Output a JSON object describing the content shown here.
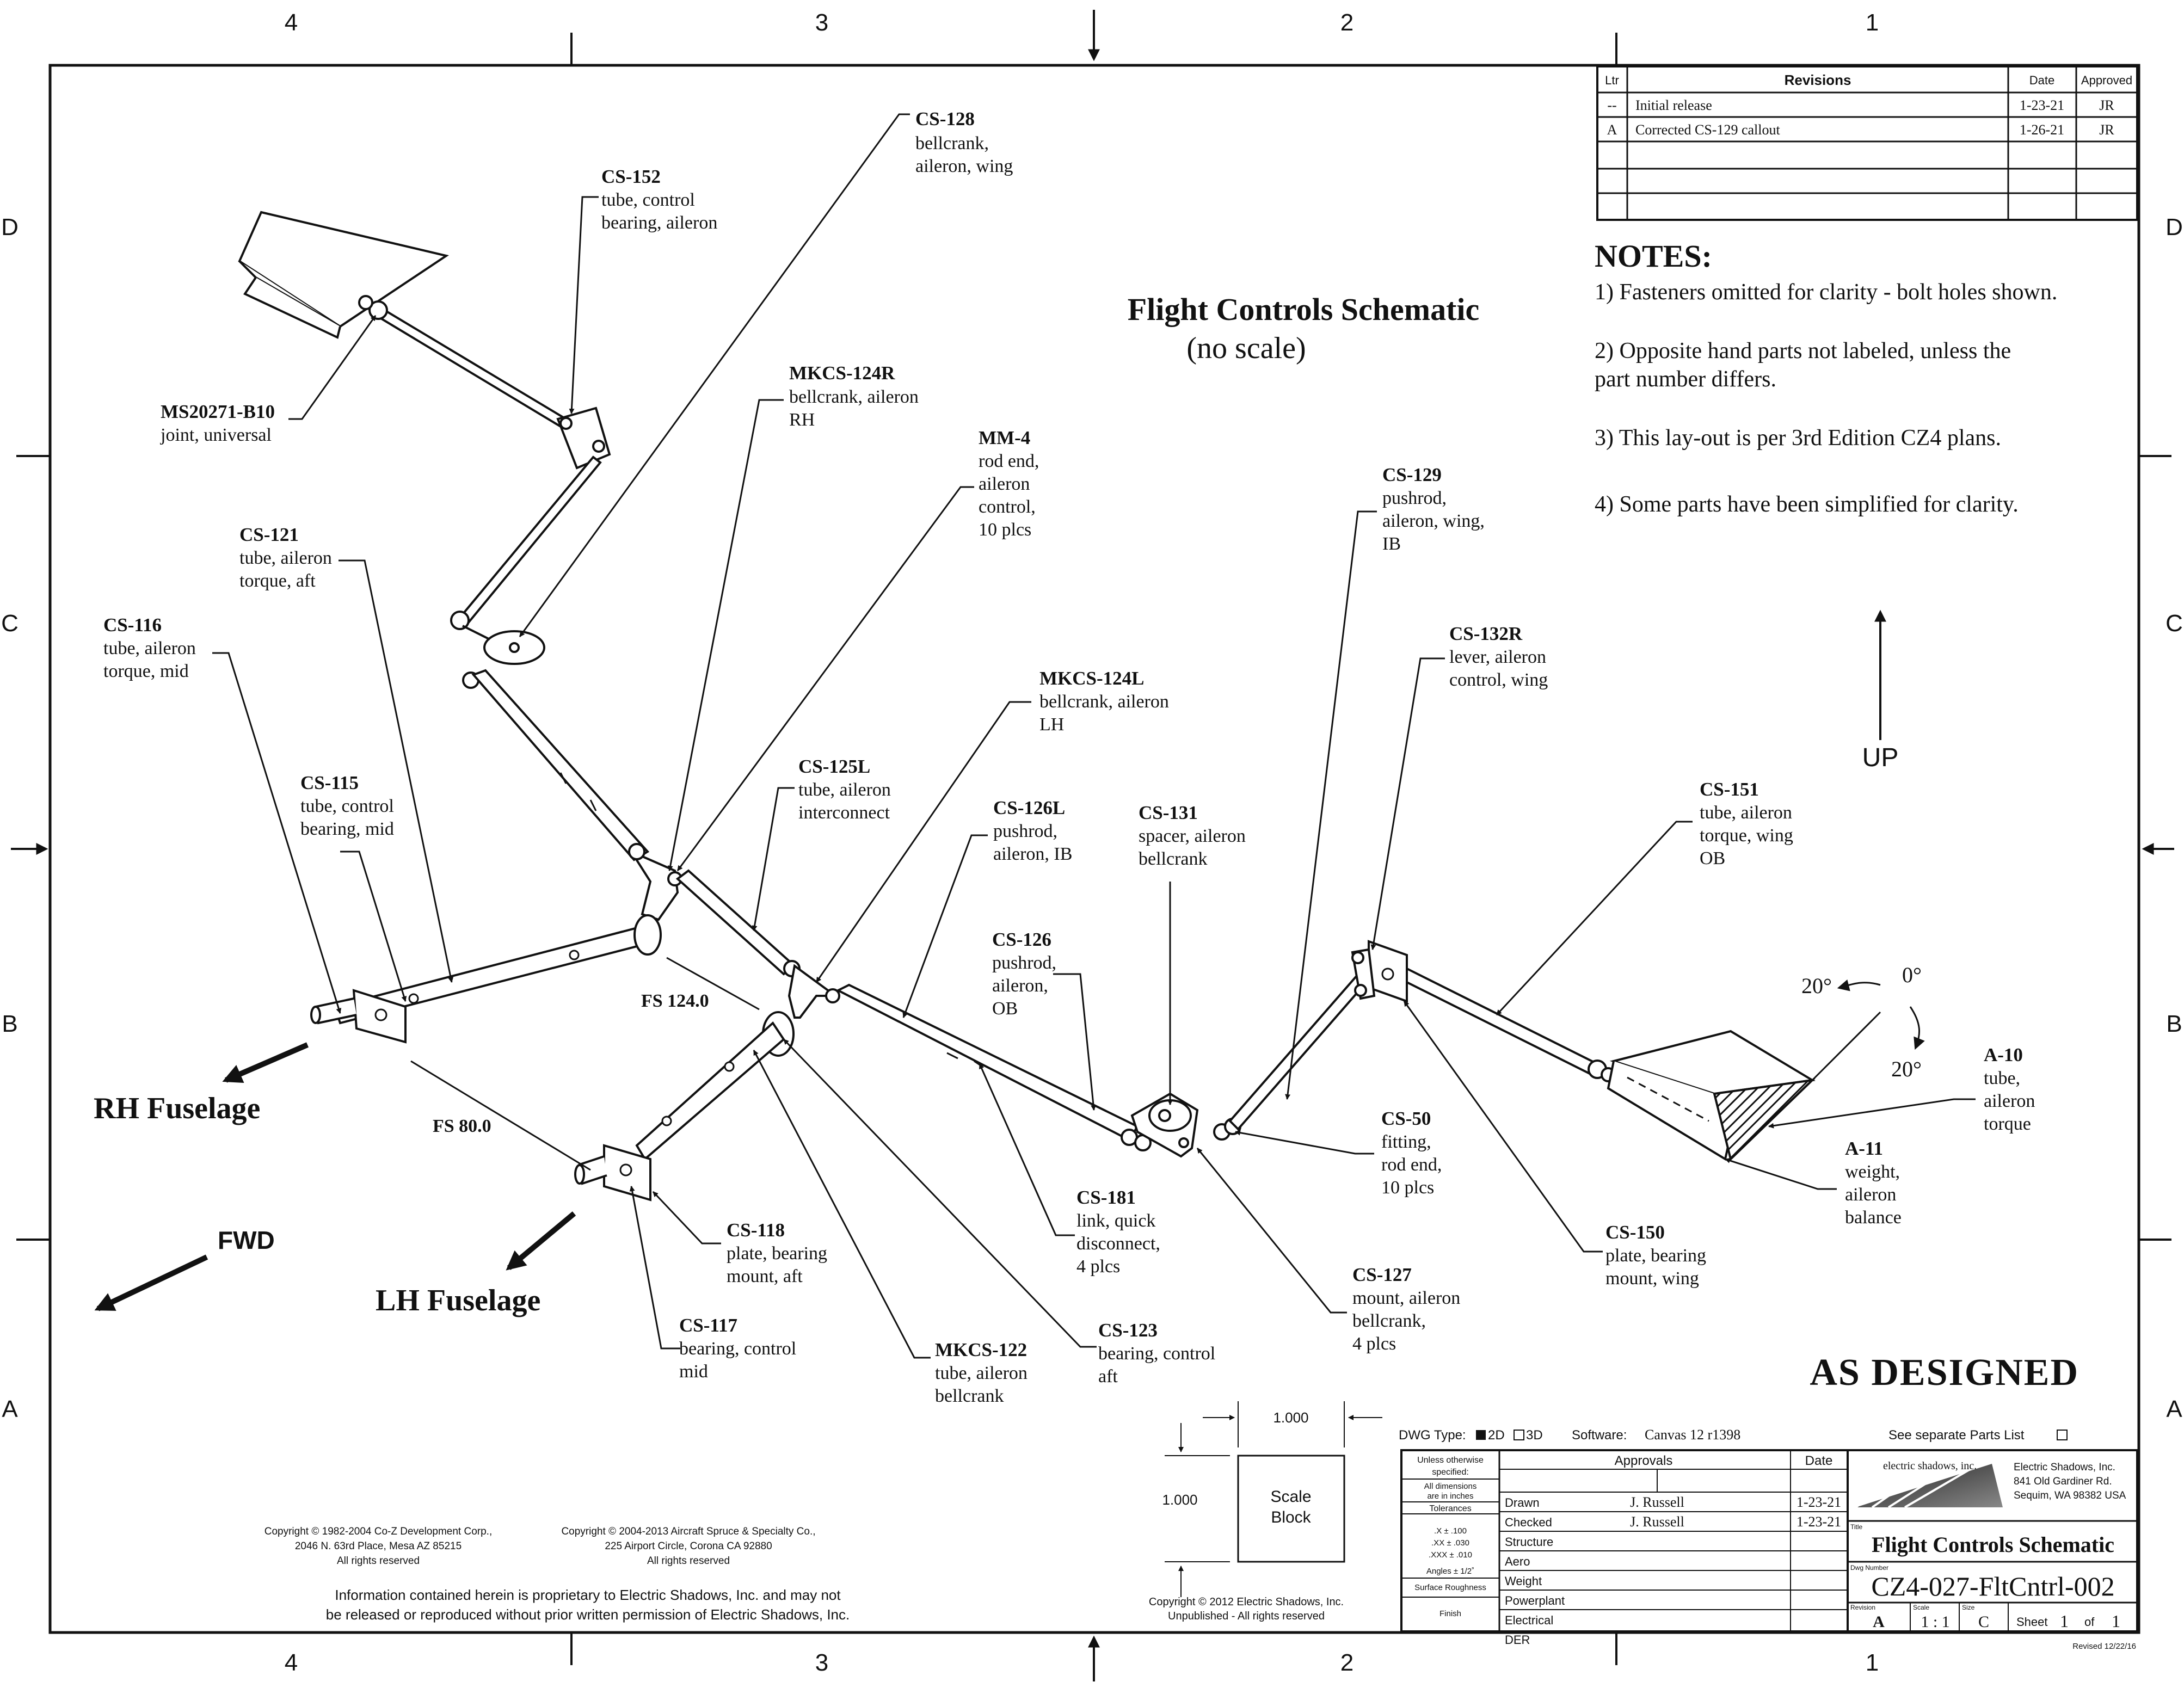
{
  "zones": {
    "columns": [
      "4",
      "3",
      "2",
      "1"
    ],
    "rows": [
      "D",
      "C",
      "B",
      "A"
    ]
  },
  "title": {
    "main": "Flight Controls Schematic",
    "sub": "(no scale)"
  },
  "revisions": {
    "headers": {
      "ltr": "Ltr",
      "desc": "Revisions",
      "date": "Date",
      "approved": "Approved"
    },
    "rows": [
      {
        "ltr": "--",
        "desc": "Initial release",
        "date": "1-23-21",
        "approved": "JR"
      },
      {
        "ltr": "A",
        "desc": "Corrected CS-129 callout",
        "date": "1-26-21",
        "approved": "JR"
      }
    ]
  },
  "notes": {
    "heading": "NOTES:",
    "items": [
      "1) Fasteners omitted for clarity - bolt holes shown.",
      "2) Opposite hand parts not labeled, unless the",
      "part number differs.",
      "3) This lay-out is per 3rd Edition CZ4 plans.",
      "4) Some parts have been simplified for clarity."
    ]
  },
  "callouts": {
    "cs128": {
      "title": "CS-128",
      "lines": [
        "bellcrank,",
        "aileron, wing"
      ]
    },
    "cs152": {
      "title": "CS-152",
      "lines": [
        "tube, control",
        "bearing, aileron"
      ]
    },
    "ms20271": {
      "title": "MS20271-B10",
      "lines": [
        "joint, universal"
      ]
    },
    "mkcs124r": {
      "title": "MKCS-124R",
      "lines": [
        "bellcrank, aileron",
        "RH"
      ]
    },
    "mm4": {
      "title": "MM-4",
      "lines": [
        "rod end,",
        "aileron",
        "control,",
        "10 plcs"
      ]
    },
    "cs121": {
      "title": "CS-121",
      "lines": [
        "tube, aileron",
        "torque, aft"
      ]
    },
    "cs116": {
      "title": "CS-116",
      "lines": [
        "tube, aileron",
        "torque, mid"
      ]
    },
    "cs115": {
      "title": "CS-115",
      "lines": [
        "tube, control",
        "bearing, mid"
      ]
    },
    "mkcs124l": {
      "title": "MKCS-124L",
      "lines": [
        "bellcrank, aileron",
        "LH"
      ]
    },
    "cs125l": {
      "title": "CS-125L",
      "lines": [
        "tube, aileron",
        "interconnect"
      ]
    },
    "cs126l": {
      "title": "CS-126L",
      "lines": [
        "pushrod,",
        "aileron, IB"
      ]
    },
    "cs131": {
      "title": "CS-131",
      "lines": [
        "spacer, aileron",
        "bellcrank"
      ]
    },
    "cs126": {
      "title": "CS-126",
      "lines": [
        "pushrod,",
        "aileron,",
        " OB"
      ]
    },
    "cs129": {
      "title": "CS-129",
      "lines": [
        "pushrod,",
        "aileron, wing,",
        "IB"
      ]
    },
    "cs132r": {
      "title": "CS-132R",
      "lines": [
        "lever, aileron",
        "control, wing"
      ]
    },
    "cs151": {
      "title": "CS-151",
      "lines": [
        "tube, aileron",
        "torque, wing",
        "OB"
      ]
    },
    "a10": {
      "title": "A-10",
      "lines": [
        "tube,",
        "aileron",
        "torque"
      ]
    },
    "a11": {
      "title": "A-11",
      "lines": [
        "weight,",
        "aileron",
        "balance"
      ]
    },
    "cs50": {
      "title": "CS-50",
      "lines": [
        "fitting,",
        "rod end,",
        "10 plcs"
      ]
    },
    "cs181": {
      "title": "CS-181",
      "lines": [
        "link, quick",
        "disconnect,",
        "4 plcs"
      ]
    },
    "cs150": {
      "title": "CS-150",
      "lines": [
        "plate, bearing",
        "mount, wing"
      ]
    },
    "cs127": {
      "title": "CS-127",
      "lines": [
        "mount, aileron",
        "bellcrank,",
        "4 plcs"
      ]
    },
    "cs118": {
      "title": "CS-118",
      "lines": [
        "plate, bearing",
        "mount, aft"
      ]
    },
    "cs117": {
      "title": "CS-117",
      "lines": [
        "bearing, control",
        "mid"
      ]
    },
    "mkcs122": {
      "title": "MKCS-122",
      "lines": [
        "tube, aileron",
        "bellcrank"
      ]
    },
    "cs123": {
      "title": "CS-123",
      "lines": [
        "bearing, control",
        "aft"
      ]
    }
  },
  "labels": {
    "rh_fuselage": "RH Fuselage",
    "lh_fuselage": "LH Fuselage",
    "fwd": "FWD",
    "up": "UP",
    "fs124": "FS 124.0",
    "fs80": "FS 80.0",
    "angle_20_left": "20°",
    "angle_0": "0°",
    "angle_20_down": "20°",
    "as_designed": "AS DESIGNED"
  },
  "scale_block": {
    "width_dim": "1.000",
    "height_dim": "1.000",
    "label_line1": "Scale",
    "label_line2": "Block",
    "copyright_line1": "Copyright ©  2012 Electric Shadows, Inc.",
    "copyright_line2": "Unpublished - All rights reserved"
  },
  "copyrights": {
    "coz_line1": "Copyright © 1982-2004 Co-Z Development Corp.,",
    "coz_line2": "2046 N. 63rd Place, Mesa AZ 85215",
    "coz_line3": "All rights reserved",
    "acs_line1": "Copyright © 2004-2013 Aircraft Spruce & Specialty Co.,",
    "acs_line2": "225 Airport Circle, Corona CA 92880",
    "acs_line3": "All rights reserved",
    "prop_line1": "Information contained herein is proprietary to Electric Shadows, Inc. and may not",
    "prop_line2": "be released or reproduced without prior written permission of Electric Shadows, Inc."
  },
  "title_block": {
    "dwg_type_label": "DWG Type:",
    "dwg_2d": "2D",
    "dwg_3d": "3D",
    "software_label": "Software:",
    "software_value": "Canvas 12  r1398",
    "see_parts": "See separate Parts List",
    "unless_1": "Unless otherwise",
    "unless_2": "specified:",
    "dims_1": "All dimensions",
    "dims_2": "are in inches",
    "tolerances": "Tolerances",
    "tol_x": ".X ±   .100",
    "tol_xx": ".XX ±   .030",
    "tol_xxx": ".XXX ±   .010",
    "tol_angles": "Angles ±   1/2˚",
    "surface": "Surface Roughness",
    "finish": "Finish",
    "approvals_header": "Approvals",
    "date_header": "Date",
    "approval_rows": [
      {
        "role": "Drawn",
        "name": "J. Russell",
        "date": "1-23-21"
      },
      {
        "role": "Checked",
        "name": "J. Russell",
        "date": "1-23-21"
      },
      {
        "role": "Structure",
        "name": "",
        "date": ""
      },
      {
        "role": "Aero",
        "name": "",
        "date": ""
      },
      {
        "role": "Weight",
        "name": "",
        "date": ""
      },
      {
        "role": "Powerplant",
        "name": "",
        "date": ""
      },
      {
        "role": "Electrical",
        "name": "",
        "date": ""
      },
      {
        "role": "DER",
        "name": "",
        "date": ""
      }
    ],
    "company_logo": "electric shadows, inc.",
    "company_line1": "Electric Shadows, Inc.",
    "company_line2": "841 Old Gardiner Rd.",
    "company_line3": "Sequim, WA 98382 USA",
    "title_label": "Title",
    "title_value": "Flight Controls Schematic",
    "dwg_number_label": "Dwg Number",
    "dwg_number": "CZ4-027-FltCntrl-002",
    "revision_label": "Revision",
    "revision_value": "A",
    "scale_label": "Scale",
    "scale_value": "1 : 1",
    "size_label": "Size",
    "size_value": "C",
    "sheet_label": "Sheet",
    "sheet_value": "1",
    "of_label": "of",
    "of_value": "1",
    "revised": "Revised 12/22/16"
  }
}
